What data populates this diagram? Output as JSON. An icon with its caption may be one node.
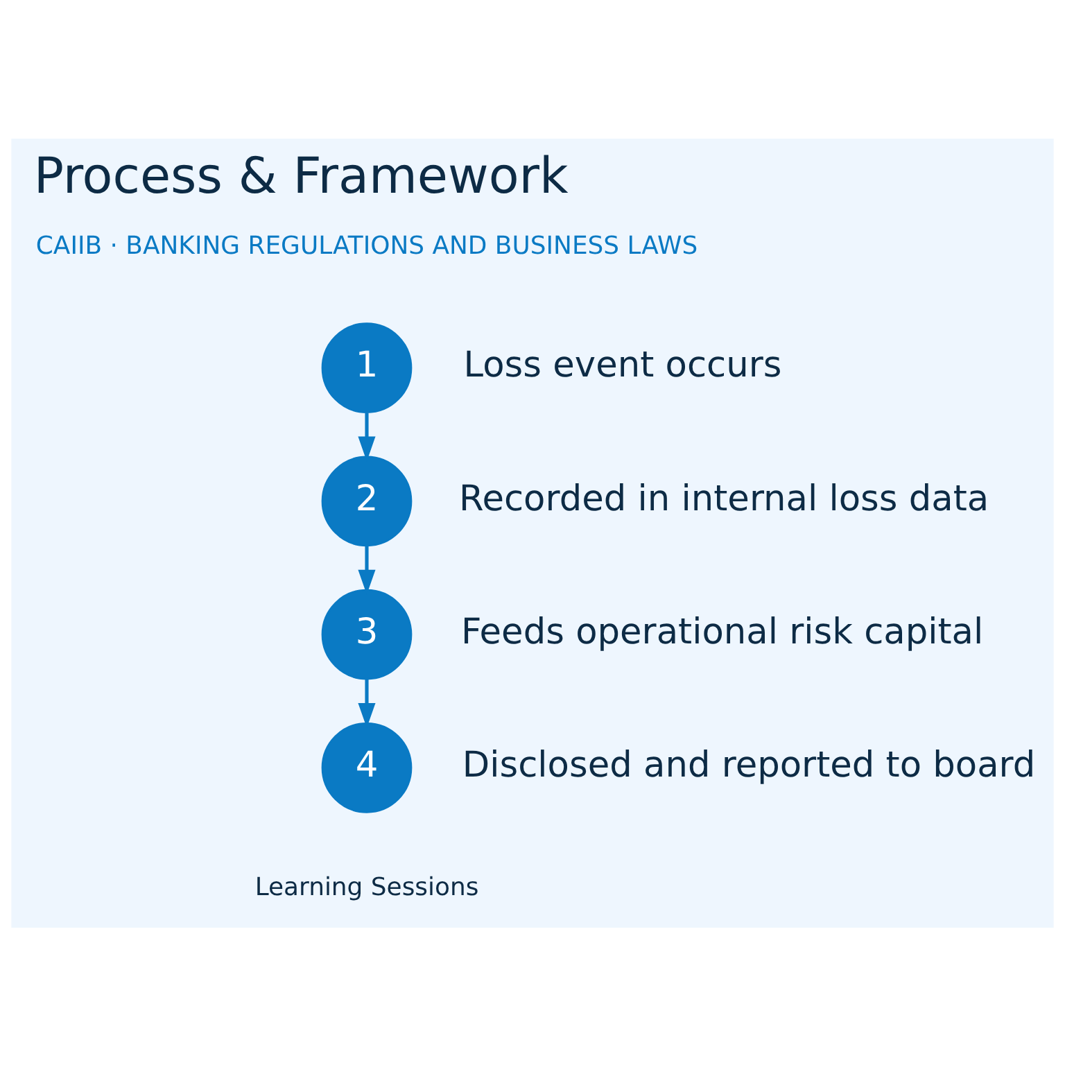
{
  "diagram": {
    "title": "Process & Framework",
    "nodes": [
      {
        "text": [
          "1"
        ],
        "beside": [
          "Loss event occurs"
        ]
      },
      {
        "text": [
          "2"
        ],
        "beside": [
          "Recorded in internal loss data"
        ]
      },
      {
        "text": [
          "3"
        ],
        "beside": [
          "Feeds operational risk capital"
        ]
      },
      {
        "text": [
          "4"
        ],
        "beside": [
          "Disclosed and reported to board"
        ]
      }
    ],
    "edges": [
      {
        "from": 0,
        "to": 1,
        "arrow": "to"
      },
      {
        "from": 1,
        "to": 2,
        "arrow": "to"
      },
      {
        "from": 2,
        "to": 3,
        "arrow": "to"
      }
    ],
    "labels": [
      "CAIIB · BANKING REGULATIONS AND BUSINESS LAWS",
      "Learning Sessions"
    ]
  }
}
